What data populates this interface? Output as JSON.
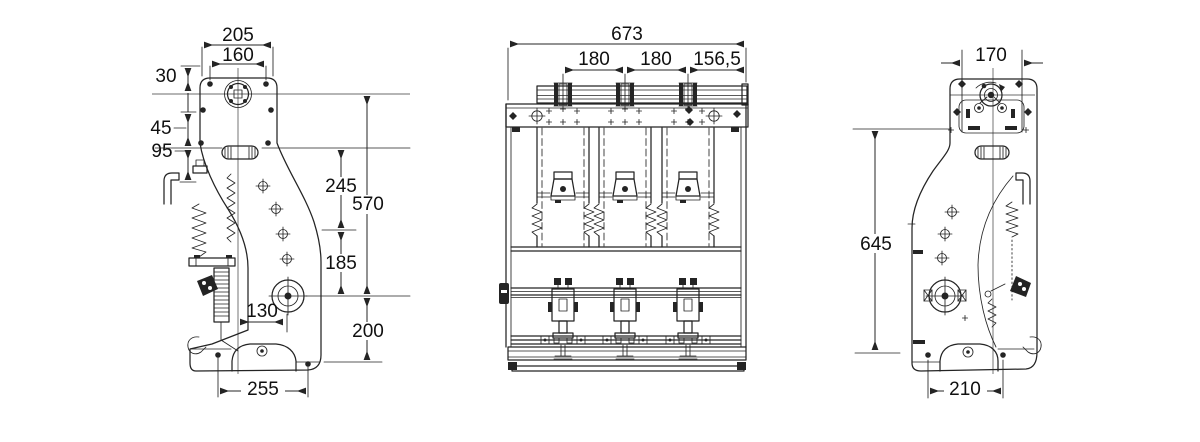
{
  "drawing": {
    "background": "#ffffff",
    "line_color": "#242424",
    "text_color": "#101010",
    "views": {
      "left_side": {
        "dims": {
          "width_top": "205",
          "width_inner": "160",
          "offset_a": "30",
          "offset_b": "45",
          "offset_c": "95",
          "height_upper": "245",
          "height_total": "570",
          "height_mid": "185",
          "pivot_offset": "130",
          "height_lower": "200",
          "base_width": "255"
        }
      },
      "front": {
        "dims": {
          "width_total": "673",
          "pole_pitch_1": "180",
          "pole_pitch_2": "180",
          "side_offset": "156,5"
        }
      },
      "right_side": {
        "dims": {
          "width_top": "170",
          "height_total": "645",
          "base_width": "210"
        }
      }
    }
  }
}
